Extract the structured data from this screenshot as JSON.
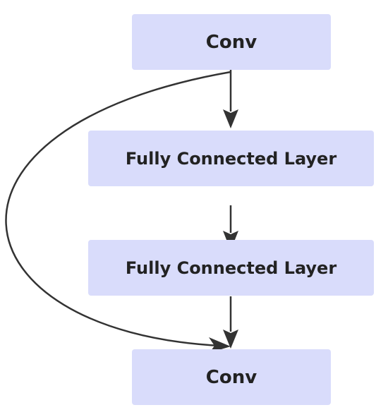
{
  "diagram": {
    "nodes": [
      {
        "id": "conv-top",
        "label": "Conv"
      },
      {
        "id": "fc-1",
        "label": "Fully Connected Layer"
      },
      {
        "id": "fc-2",
        "label": "Fully Connected Layer"
      },
      {
        "id": "conv-bottom",
        "label": "Conv"
      }
    ],
    "edges": [
      {
        "from": "conv-top",
        "to": "fc-1"
      },
      {
        "from": "fc-1",
        "to": "fc-2"
      },
      {
        "from": "fc-2",
        "to": "conv-bottom"
      },
      {
        "from": "conv-top",
        "to": "conv-bottom",
        "kind": "skip-connection"
      }
    ],
    "colors": {
      "node_fill": "#d9dcfb",
      "edge": "#333333",
      "text": "#222222"
    }
  }
}
